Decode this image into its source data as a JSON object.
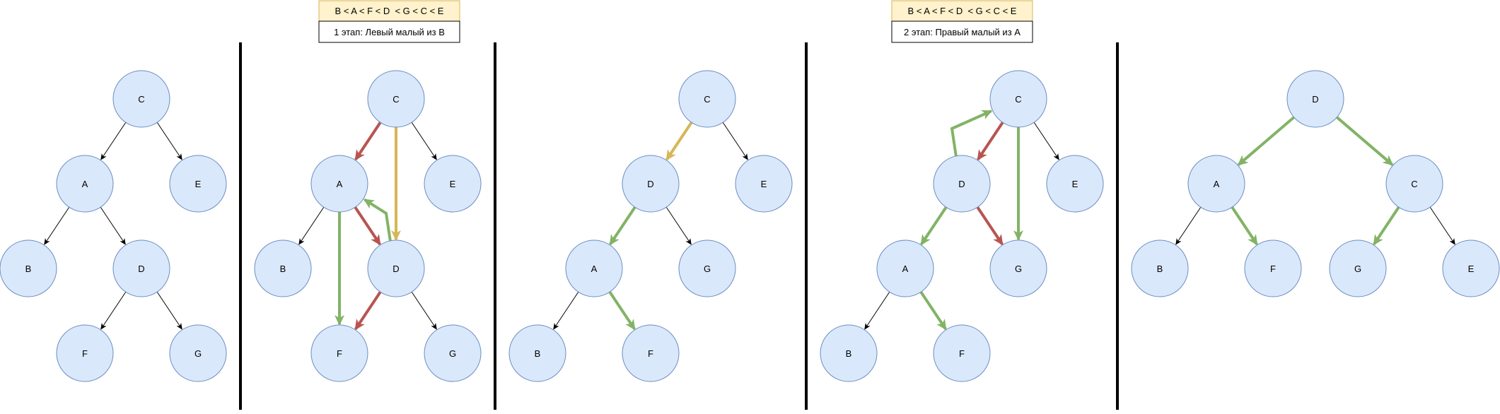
{
  "colors": {
    "node_fill": "#dae8fc",
    "node_stroke": "#6c8ebf",
    "edge_black": "#000000",
    "edge_red": "#b85450",
    "edge_green": "#82b366",
    "edge_yellow": "#d6b656",
    "order_box_fill": "#fff2cc",
    "order_box_stroke": "#d6b656",
    "stage_box_stroke": "#000000",
    "divider": "#000000"
  },
  "annotations": [
    {
      "order_text": "B < A < F < D  < G < C < E",
      "stage_text": "1 этап: Левый малый из B"
    },
    {
      "order_text": "B < A < F < D  < G < C < E",
      "stage_text": "2 этап: Правый малый из A"
    }
  ],
  "trees": [
    {
      "nodes": [
        {
          "id": "C",
          "label": "C"
        },
        {
          "id": "A",
          "label": "A"
        },
        {
          "id": "E",
          "label": "E"
        },
        {
          "id": "B",
          "label": "B"
        },
        {
          "id": "D",
          "label": "D"
        },
        {
          "id": "F",
          "label": "F"
        },
        {
          "id": "G",
          "label": "G"
        }
      ],
      "edges": [
        {
          "from": "C",
          "to": "A",
          "color": "black"
        },
        {
          "from": "C",
          "to": "E",
          "color": "black"
        },
        {
          "from": "A",
          "to": "B",
          "color": "black"
        },
        {
          "from": "A",
          "to": "D",
          "color": "black"
        },
        {
          "from": "D",
          "to": "F",
          "color": "black"
        },
        {
          "from": "D",
          "to": "G",
          "color": "black"
        }
      ]
    },
    {
      "nodes": [
        {
          "id": "C",
          "label": "C"
        },
        {
          "id": "A",
          "label": "A"
        },
        {
          "id": "E",
          "label": "E"
        },
        {
          "id": "B",
          "label": "B"
        },
        {
          "id": "D",
          "label": "D"
        },
        {
          "id": "F",
          "label": "F"
        },
        {
          "id": "G",
          "label": "G"
        }
      ],
      "edges": [
        {
          "from": "C",
          "to": "A",
          "color": "red"
        },
        {
          "from": "C",
          "to": "E",
          "color": "black"
        },
        {
          "from": "A",
          "to": "B",
          "color": "black"
        },
        {
          "from": "A",
          "to": "D",
          "color": "red"
        },
        {
          "from": "D",
          "to": "F",
          "color": "red"
        },
        {
          "from": "D",
          "to": "G",
          "color": "black"
        },
        {
          "from": "A",
          "to": "F",
          "color": "green"
        },
        {
          "from": "D",
          "to": "A",
          "color": "green",
          "curved": true
        },
        {
          "from": "C",
          "to": "D",
          "color": "yellow"
        }
      ]
    },
    {
      "nodes": [
        {
          "id": "C",
          "label": "C"
        },
        {
          "id": "D",
          "label": "D"
        },
        {
          "id": "E",
          "label": "E"
        },
        {
          "id": "A",
          "label": "A"
        },
        {
          "id": "G",
          "label": "G"
        },
        {
          "id": "B",
          "label": "B"
        },
        {
          "id": "F",
          "label": "F"
        }
      ],
      "edges": [
        {
          "from": "C",
          "to": "D",
          "color": "yellow"
        },
        {
          "from": "C",
          "to": "E",
          "color": "black"
        },
        {
          "from": "D",
          "to": "A",
          "color": "green"
        },
        {
          "from": "D",
          "to": "G",
          "color": "black"
        },
        {
          "from": "A",
          "to": "B",
          "color": "black"
        },
        {
          "from": "A",
          "to": "F",
          "color": "green"
        }
      ]
    },
    {
      "nodes": [
        {
          "id": "C",
          "label": "C"
        },
        {
          "id": "D",
          "label": "D"
        },
        {
          "id": "E",
          "label": "E"
        },
        {
          "id": "A",
          "label": "A"
        },
        {
          "id": "G",
          "label": "G"
        },
        {
          "id": "B",
          "label": "B"
        },
        {
          "id": "F",
          "label": "F"
        }
      ],
      "edges": [
        {
          "from": "C",
          "to": "D",
          "color": "red"
        },
        {
          "from": "C",
          "to": "E",
          "color": "black"
        },
        {
          "from": "D",
          "to": "A",
          "color": "green"
        },
        {
          "from": "D",
          "to": "G",
          "color": "red"
        },
        {
          "from": "A",
          "to": "B",
          "color": "black"
        },
        {
          "from": "A",
          "to": "F",
          "color": "green"
        },
        {
          "from": "C",
          "to": "G",
          "color": "green"
        },
        {
          "from": "D",
          "to": "C",
          "color": "green",
          "curved": true
        }
      ]
    },
    {
      "nodes": [
        {
          "id": "D",
          "label": "D"
        },
        {
          "id": "A",
          "label": "A"
        },
        {
          "id": "C",
          "label": "C"
        },
        {
          "id": "B",
          "label": "B"
        },
        {
          "id": "F",
          "label": "F"
        },
        {
          "id": "G",
          "label": "G"
        },
        {
          "id": "E",
          "label": "E"
        }
      ],
      "edges": [
        {
          "from": "D",
          "to": "A",
          "color": "green"
        },
        {
          "from": "D",
          "to": "C",
          "color": "green"
        },
        {
          "from": "A",
          "to": "B",
          "color": "black"
        },
        {
          "from": "A",
          "to": "F",
          "color": "green"
        },
        {
          "from": "C",
          "to": "G",
          "color": "green"
        },
        {
          "from": "C",
          "to": "E",
          "color": "black"
        }
      ]
    }
  ]
}
